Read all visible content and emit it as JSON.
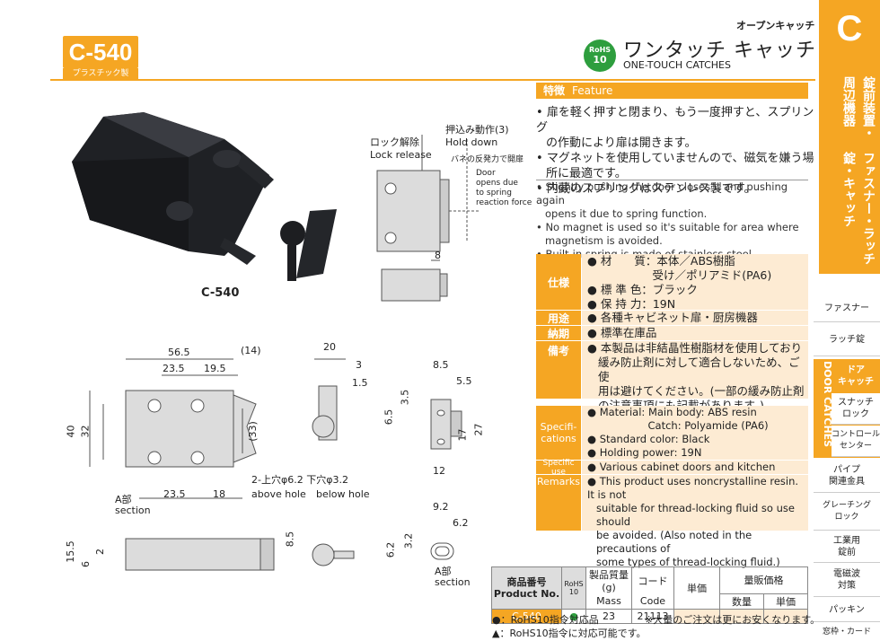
{
  "header": {
    "code": "C-540",
    "code_sub": "プラスチック製",
    "category_small": "オープンキャッチ",
    "rohs": [
      "RoHS",
      "10"
    ],
    "title_jp": "ワンタッチ キャッチ",
    "title_en": "ONE-TOUCH CATCHES"
  },
  "tab": {
    "letter": "C",
    "vertical": [
      "ファスナー・ラッチ錠・キャッチ",
      "錠前装置・周辺機器"
    ]
  },
  "nav": [
    "ファスナー",
    "ラッチ錠",
    "ドア\nキャッチ",
    "スナッチ\nロック",
    "コントロール\nセンター",
    "パイプ\n関連金具",
    "グレーチング\nロック",
    "工業用\n錠前",
    "電磁波\n対策",
    "パッキン",
    "窓枠・カード"
  ],
  "nav_door_vertical": "DOOR CATCHES",
  "photo_label": "C-540",
  "drawing": {
    "lock_release_jp": "ロック解除",
    "lock_release_en": "Lock release",
    "push_jp": "押込み動作(3)",
    "push_en": "Hold down",
    "spring_jp": "バネの反発力で開扉",
    "door_en": "Door\nopens due\nto spring\nreaction force",
    "dims": {
      "d8": "8",
      "d56_5": "56.5",
      "d14": "(14)",
      "d23_5": "23.5",
      "d19_5": "19.5",
      "d40": "40",
      "d32": "32",
      "d33": "(33)",
      "d23_5b": "23.5",
      "d18": "18",
      "d20": "20",
      "d3": "3",
      "d1_5": "1.5",
      "d8_5": "8.5",
      "d5_5": "5.5",
      "d3_5": "3.5",
      "d6_5": "6.5",
      "d17": "17",
      "d27": "27",
      "d12": "12",
      "d9_2": "9.2",
      "d6_2": "6.2",
      "d3_2": "3.2",
      "d6_2b": "6.2",
      "d15_5": "15.5",
      "d6": "6",
      "d2": "2",
      "d8_5b": "8.5"
    },
    "holes": "2-上穴φ6.2 下穴φ3.2",
    "above": "above hole",
    "below": "below hole",
    "a_section_jp": "A部",
    "a_section_en": "section"
  },
  "feature": {
    "label_jp": "特徴",
    "label_en": "Feature",
    "jp": [
      "扉を軽く押すと閉まり、もう一度押すと、スプリング",
      "の作動により扉は開きます。",
      "マグネットを使用していませんので、磁気を嫌う場",
      "所に最適です。",
      "内蔵のスプリングはステンレス製です。"
    ],
    "en": [
      "Slightly pushing the door closes it and pushing again",
      "opens it due to spring function.",
      "No magnet is used so it's suitable for area where",
      "magnetism is avoided.",
      "Built-in spring is made of stainless steel."
    ]
  },
  "spec": {
    "label": "仕様",
    "lines": [
      "材　　質：本体／ABS樹脂",
      "　　　　　受け／ポリアミド(PA6)",
      "標 準 色：ブラック",
      "保 持 力：19N"
    ],
    "use_label": "用途",
    "use": "各種キャビネット扉・厨房機器",
    "delivery_label": "納期",
    "delivery": "標準在庫品",
    "remarks_label": "備考",
    "remarks": [
      "本製品は非結晶性樹脂材を使用しており",
      "緩み防止剤に対して適合しないため、ご使",
      "用は避けてください。(一部の緩み防止剤",
      "の注意事項にも記載があります。)"
    ]
  },
  "spec_en": {
    "label": "Specifi-\ncations",
    "lines": [
      "Material: Main body: ABS resin",
      "　　　　　Catch: Polyamide (PA6)",
      "Standard color: Black",
      "Holding power: 19N"
    ],
    "use_label": "Specific use",
    "use": "Various cabinet doors and kitchen equipment",
    "remarks_label": "Remarks",
    "remarks": [
      "This product uses noncrystalline resin. It is not",
      "suitable for thread-locking fluid so use should",
      "be avoided. (Also noted in the precautions of",
      "some types of thread-locking fluid.)"
    ]
  },
  "price_table": {
    "h_product_jp": "商品番号",
    "h_product_en": "Product No.",
    "h_rohs": "RoHS\n10",
    "h_mass_jp": "製品質量(g)",
    "h_mass_en": "Mass",
    "h_code_jp": "コード",
    "h_code_en": "Code",
    "h_price": "単価",
    "h_bulk": "量販価格",
    "h_qty": "数量",
    "h_unit": "単価",
    "row": {
      "product": "C-540",
      "rohs": "●",
      "mass": "23",
      "code": "21113"
    }
  },
  "footnotes": {
    "rohs_ok": "●：RoHS10指令対応品",
    "rohs_possible": "▲：RoHS10指令に対応可能です。",
    "bulk": "※大量のご注文は更にお安くなります。"
  }
}
